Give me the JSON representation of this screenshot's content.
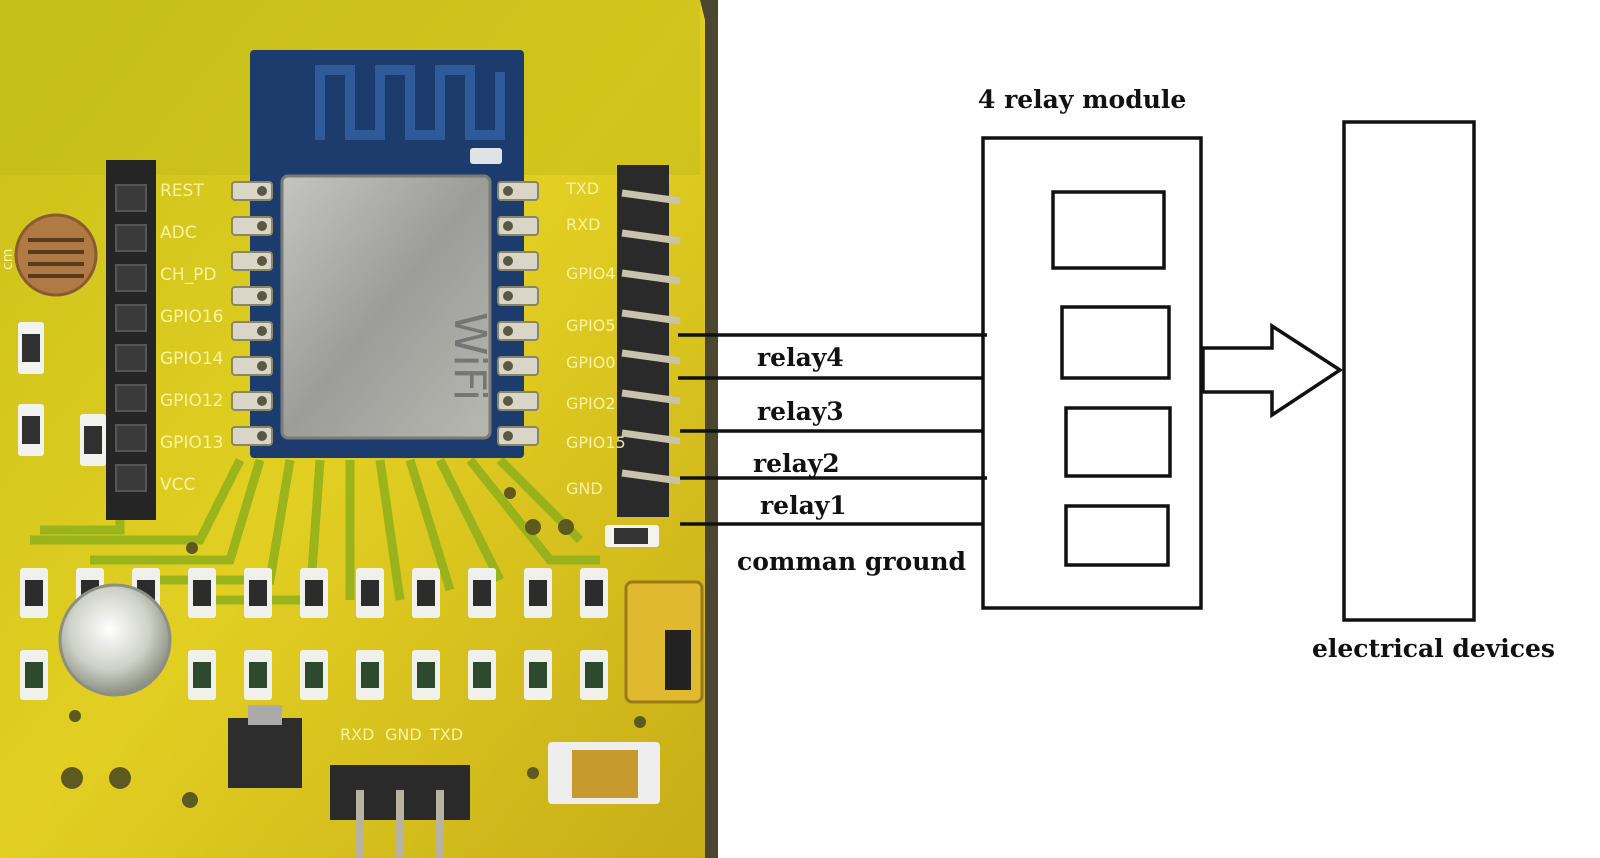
{
  "board": {
    "left_pins": [
      "REST",
      "ADC",
      "CH_PD",
      "GPIO16",
      "GPIO14",
      "GPIO12",
      "GPIO13",
      "VCC"
    ],
    "right_pins": [
      "TXD",
      "RXD",
      "GPIO4",
      "GPIO5",
      "GPIO0",
      "GPIO2",
      "GPIO15",
      "GND"
    ],
    "bottom_pins": [
      "RXD",
      "GND",
      "TXD"
    ],
    "module_mark": "WiFi",
    "sensor_mark": "cm",
    "colors": {
      "pcb": "#d9c81a",
      "module": "#1c3c6e",
      "shield": "#a9aaa4"
    }
  },
  "diagram": {
    "module_title": "4 relay module",
    "wires": [
      "relay4",
      "relay3",
      "relay2",
      "relay1"
    ],
    "ground_label": "comman ground",
    "device_label": "electrical devices"
  }
}
